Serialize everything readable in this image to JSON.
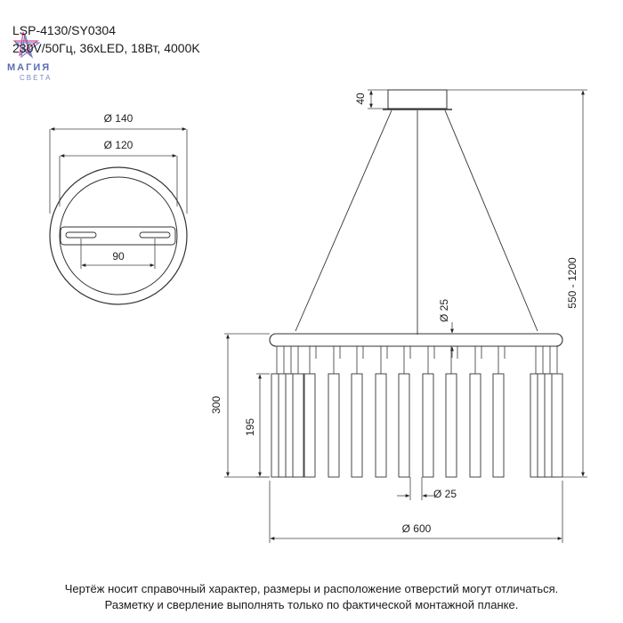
{
  "header": {
    "model": "LSP-4130/SY0304",
    "specs": "230V/50Гц, 36xLED, 18Вт, 4000K"
  },
  "logo": {
    "name": "МАГИЯ",
    "sub": "СВЕТА",
    "colors": [
      "#e24a8a",
      "#f28c28",
      "#4b6cc1",
      "#2fa4d9"
    ]
  },
  "dimensions": {
    "canopy_outer": "Ø 140",
    "canopy_inner": "Ø 120",
    "canopy_holes": "90",
    "canopy_height": "40",
    "total_height": "550 - 1200",
    "ring_section": "Ø 25",
    "crystal_height": "300",
    "rod_length": "195",
    "rod_diameter": "Ø 25",
    "body_diameter": "Ø 600"
  },
  "footer": {
    "line1": "Чертёж носит справочный характер, размеры и расположение отверстий могут отличаться.",
    "line2": "Разметку и сверление выполнять только по фактической монтажной планке."
  }
}
